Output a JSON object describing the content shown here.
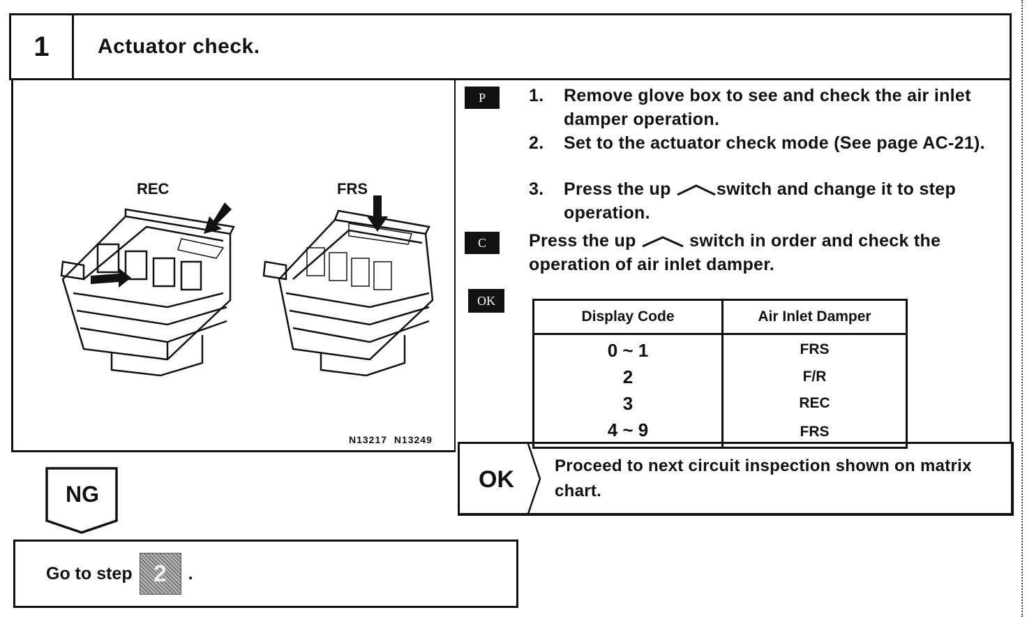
{
  "header": {
    "step_number": "1",
    "title": "Actuator check."
  },
  "illustration": {
    "label_left": "REC",
    "label_right": "FRS",
    "part_numbers": "N13217  N13249"
  },
  "badges": {
    "prepare": "P",
    "check": "C",
    "ok": "OK"
  },
  "instructions": {
    "prepare_steps": [
      {
        "num": "1.",
        "text": "Remove glove box to see and check the air inlet damper operation."
      },
      {
        "num": "2.",
        "text": "Set to the actuator check mode (See page AC-21)."
      },
      {
        "num": "3.",
        "text_before": "Press the up",
        "text_after": "switch and change it to step operation."
      }
    ],
    "check_text_before": "Press the up",
    "check_text_after": "switch in order and check the operation of air inlet damper."
  },
  "result_table": {
    "headers": [
      "Display Code",
      "Air Inlet Damper"
    ],
    "rows": [
      [
        "0 ~ 1",
        "FRS"
      ],
      [
        "2",
        "F/R"
      ],
      [
        "3",
        "REC"
      ],
      [
        "4 ~ 9",
        "FRS"
      ]
    ]
  },
  "ok_branch": {
    "label": "OK",
    "text": "Proceed to next circuit inspection shown on matrix chart."
  },
  "ng_branch": {
    "label": "NG",
    "goto_text": "Go to step",
    "step_ref": "2",
    "suffix": "."
  }
}
